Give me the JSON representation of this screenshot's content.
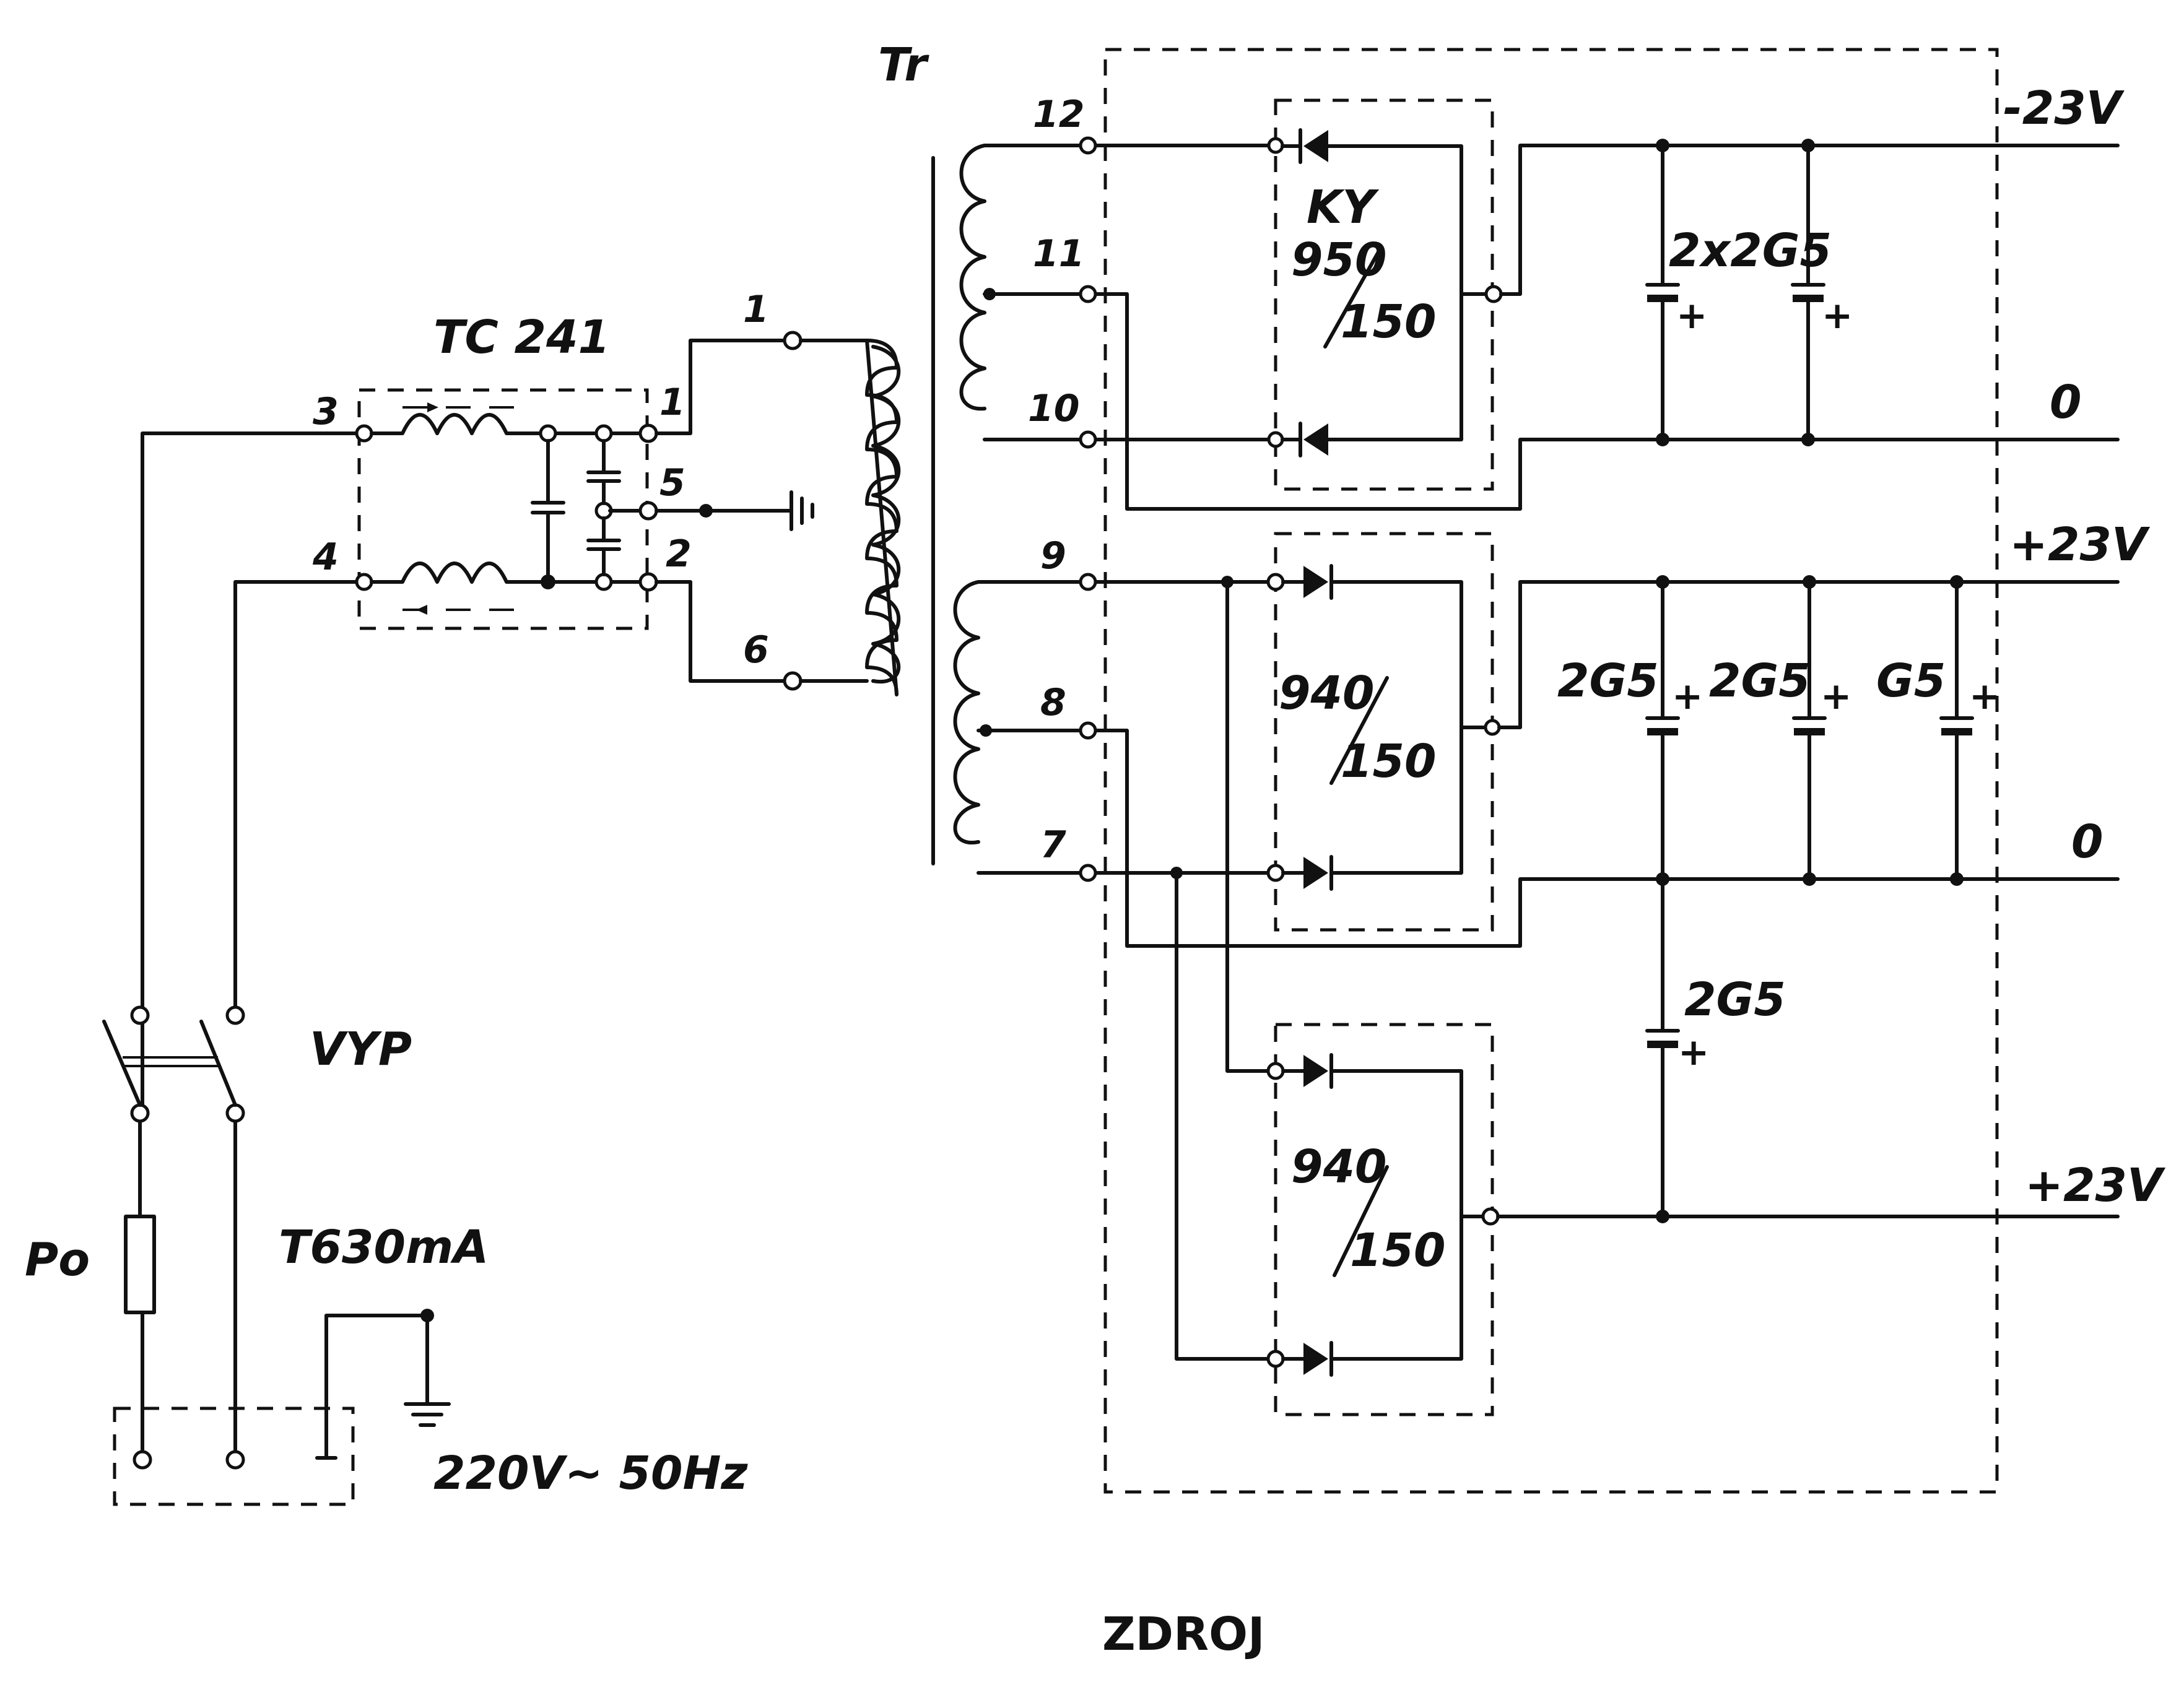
{
  "transformer_label": "Tr",
  "filter_label": "TC 241",
  "switch_label": "VYP",
  "fuse_label": "Po",
  "fuse_rating": "T630mA",
  "mains_label": "220V~ 50Hz",
  "title": "ZDROJ",
  "filter_pins": [
    "3",
    "4",
    "1",
    "5",
    "2"
  ],
  "primary_pins": [
    "1",
    "6"
  ],
  "secondary_pins": [
    "12",
    "11",
    "10",
    "9",
    "8",
    "7"
  ],
  "bridges": {
    "b1_type": "KY",
    "b1_part_a": "950",
    "b1_part_b": "150",
    "b2_part_a": "940",
    "b2_part_b": "150",
    "b3_part_a": "940",
    "b3_part_b": "150"
  },
  "capacitors": {
    "c1": "2x2G5",
    "c2": "2G5",
    "c3": "2G5",
    "c4": "G5",
    "c5": "2G5",
    "plus": "+"
  },
  "outputs": {
    "neg23": "-23V",
    "zero1": "0",
    "pos23a": "+23V",
    "zero2": "0",
    "pos23b": "+23V"
  }
}
